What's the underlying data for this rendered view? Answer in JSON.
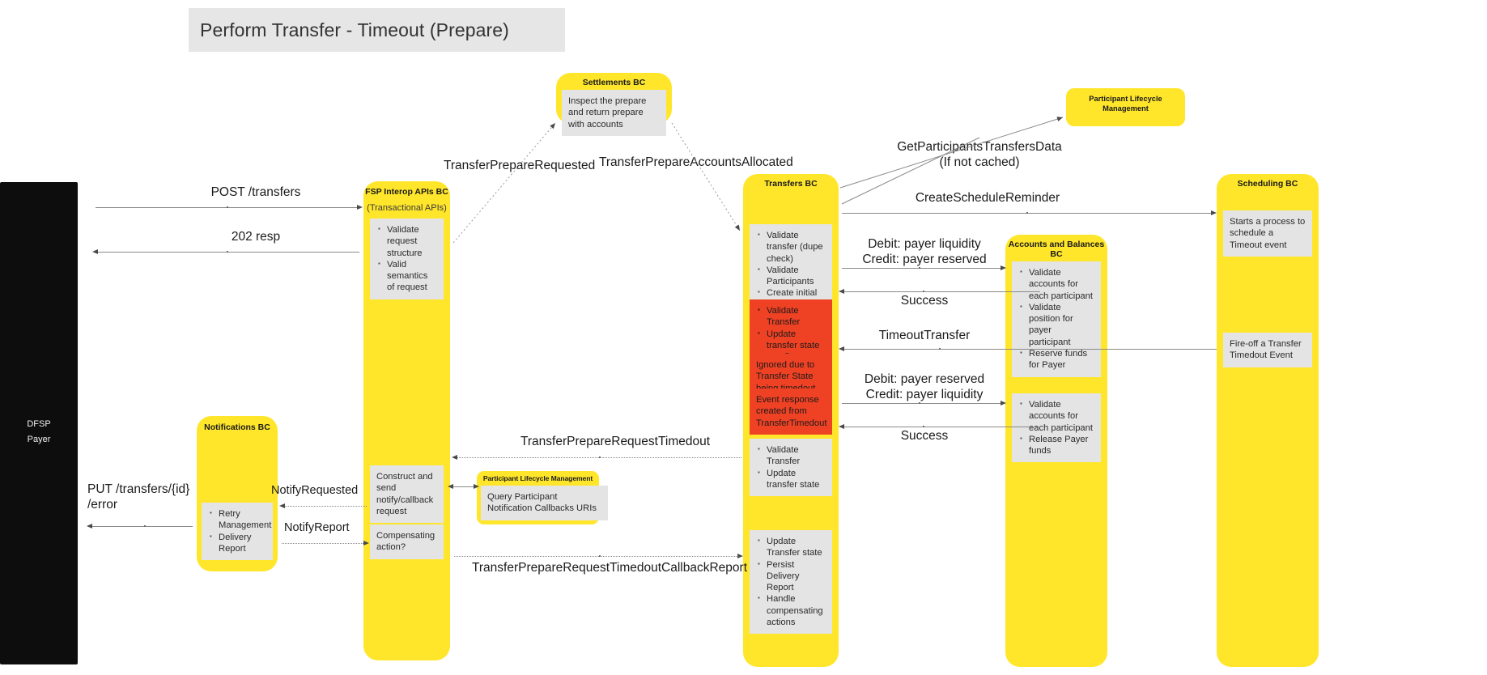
{
  "title": "Perform Transfer - Timeout (Prepare)",
  "lanes": {
    "dfsp_payer": {
      "line1": "DFSP",
      "line2": "Payer"
    },
    "notifications": {
      "title": "Notifications BC",
      "note": [
        "Retry Management",
        "Delivery Report"
      ]
    },
    "fsp_interop": {
      "title": "FSP Interop APIs BC",
      "subtitle": "(Transactional APIs)",
      "note1": [
        "Validate request structure",
        "Valid semantics of request"
      ],
      "note2": "Construct and send notify/callback request",
      "note3": "Compensating action?"
    },
    "settlements": {
      "title": "Settlements BC",
      "note": "Inspect the prepare and return prepare with accounts"
    },
    "transfers": {
      "title": "Transfers BC",
      "note1": [
        "Validate transfer (dupe check)",
        "Validate Participants",
        "Create initial state"
      ],
      "note2": [
        "Validate Transfer",
        "Update transfer state to reflect Timeout"
      ],
      "note3": "Ignored due to Transfer State being timedout",
      "note4": "Event response created from TransferTimedout",
      "note5": [
        "Validate Transfer",
        "Update transfer state"
      ],
      "note6": [
        "Update Transfer state",
        "Persist Delivery Report",
        "Handle compensating actions"
      ]
    },
    "accounts_balances": {
      "title": "Accounts and Balances BC",
      "note1": [
        "Validate accounts for each participant",
        "Validate position for payer participant",
        "Reserve funds for Payer"
      ],
      "note2": [
        "Validate accounts for each participant",
        "Release Payer funds"
      ]
    },
    "scheduling": {
      "title": "Scheduling BC",
      "note1": "Starts a process to schedule a Timeout event",
      "note2": "Fire-off a Transfer Timedout Event"
    },
    "plm_top": {
      "title": "Participant Lifecycle Management"
    },
    "plm_inline": {
      "title": "Participant Lifecycle Management",
      "note": "Query Participant Notification Callbacks URIs"
    }
  },
  "messages": {
    "post_transfers": "POST /transfers",
    "resp_202": "202 resp",
    "put_error": "PUT /transfers/{id}\n/error",
    "transfer_prepare_requested": "TransferPrepareRequested",
    "transfer_prepare_accounts_allocated": "TransferPrepareAccountsAllocated",
    "get_participants": "GetParticipantsTransfersData\n(If not cached)",
    "create_schedule_reminder": "CreateScheduleReminder",
    "debit_liquidity": "Debit: payer liquidity\nCredit: payer reserved",
    "success_1": "Success",
    "timeout_transfer": "TimeoutTransfer",
    "debit_reserved": "Debit: payer reserved\nCredit: payer liquidity",
    "success_2": "Success",
    "transfer_prepare_request_timedout": "TransferPrepareRequestTimedout",
    "notify_requested": "NotifyRequested",
    "notify_report": "NotifyReport",
    "timedout_callback_report": "TransferPrepareRequestTimedoutCallbackReport"
  },
  "colors": {
    "lane_yellow": "#ffe62b",
    "note_grey": "#e4e4e4",
    "note_red": "#ef4123",
    "dark_lane": "#0d0d0d",
    "title_bar": "#e6e6e6",
    "line": "#8a8a8a"
  }
}
